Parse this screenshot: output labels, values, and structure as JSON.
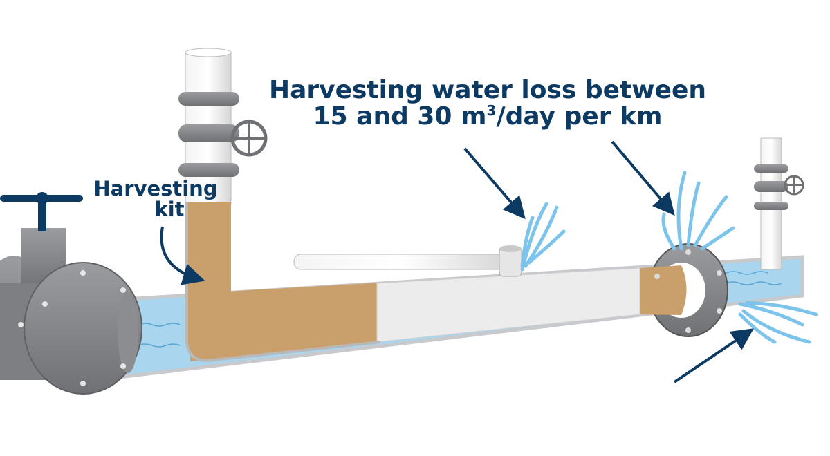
{
  "title": {
    "line1": "Harvesting water loss between",
    "line2_pre": "15 and 30 m",
    "line2_sup": "3",
    "line2_post": "/day per km"
  },
  "kit_label": {
    "line1": "Harvesting",
    "line2": "kit"
  },
  "colors": {
    "navy": "#0d3a63",
    "water": "#a9d6ee",
    "sediment": "#c9a06b",
    "gravel": "#eeeeee",
    "steel": "#7d7f82"
  }
}
